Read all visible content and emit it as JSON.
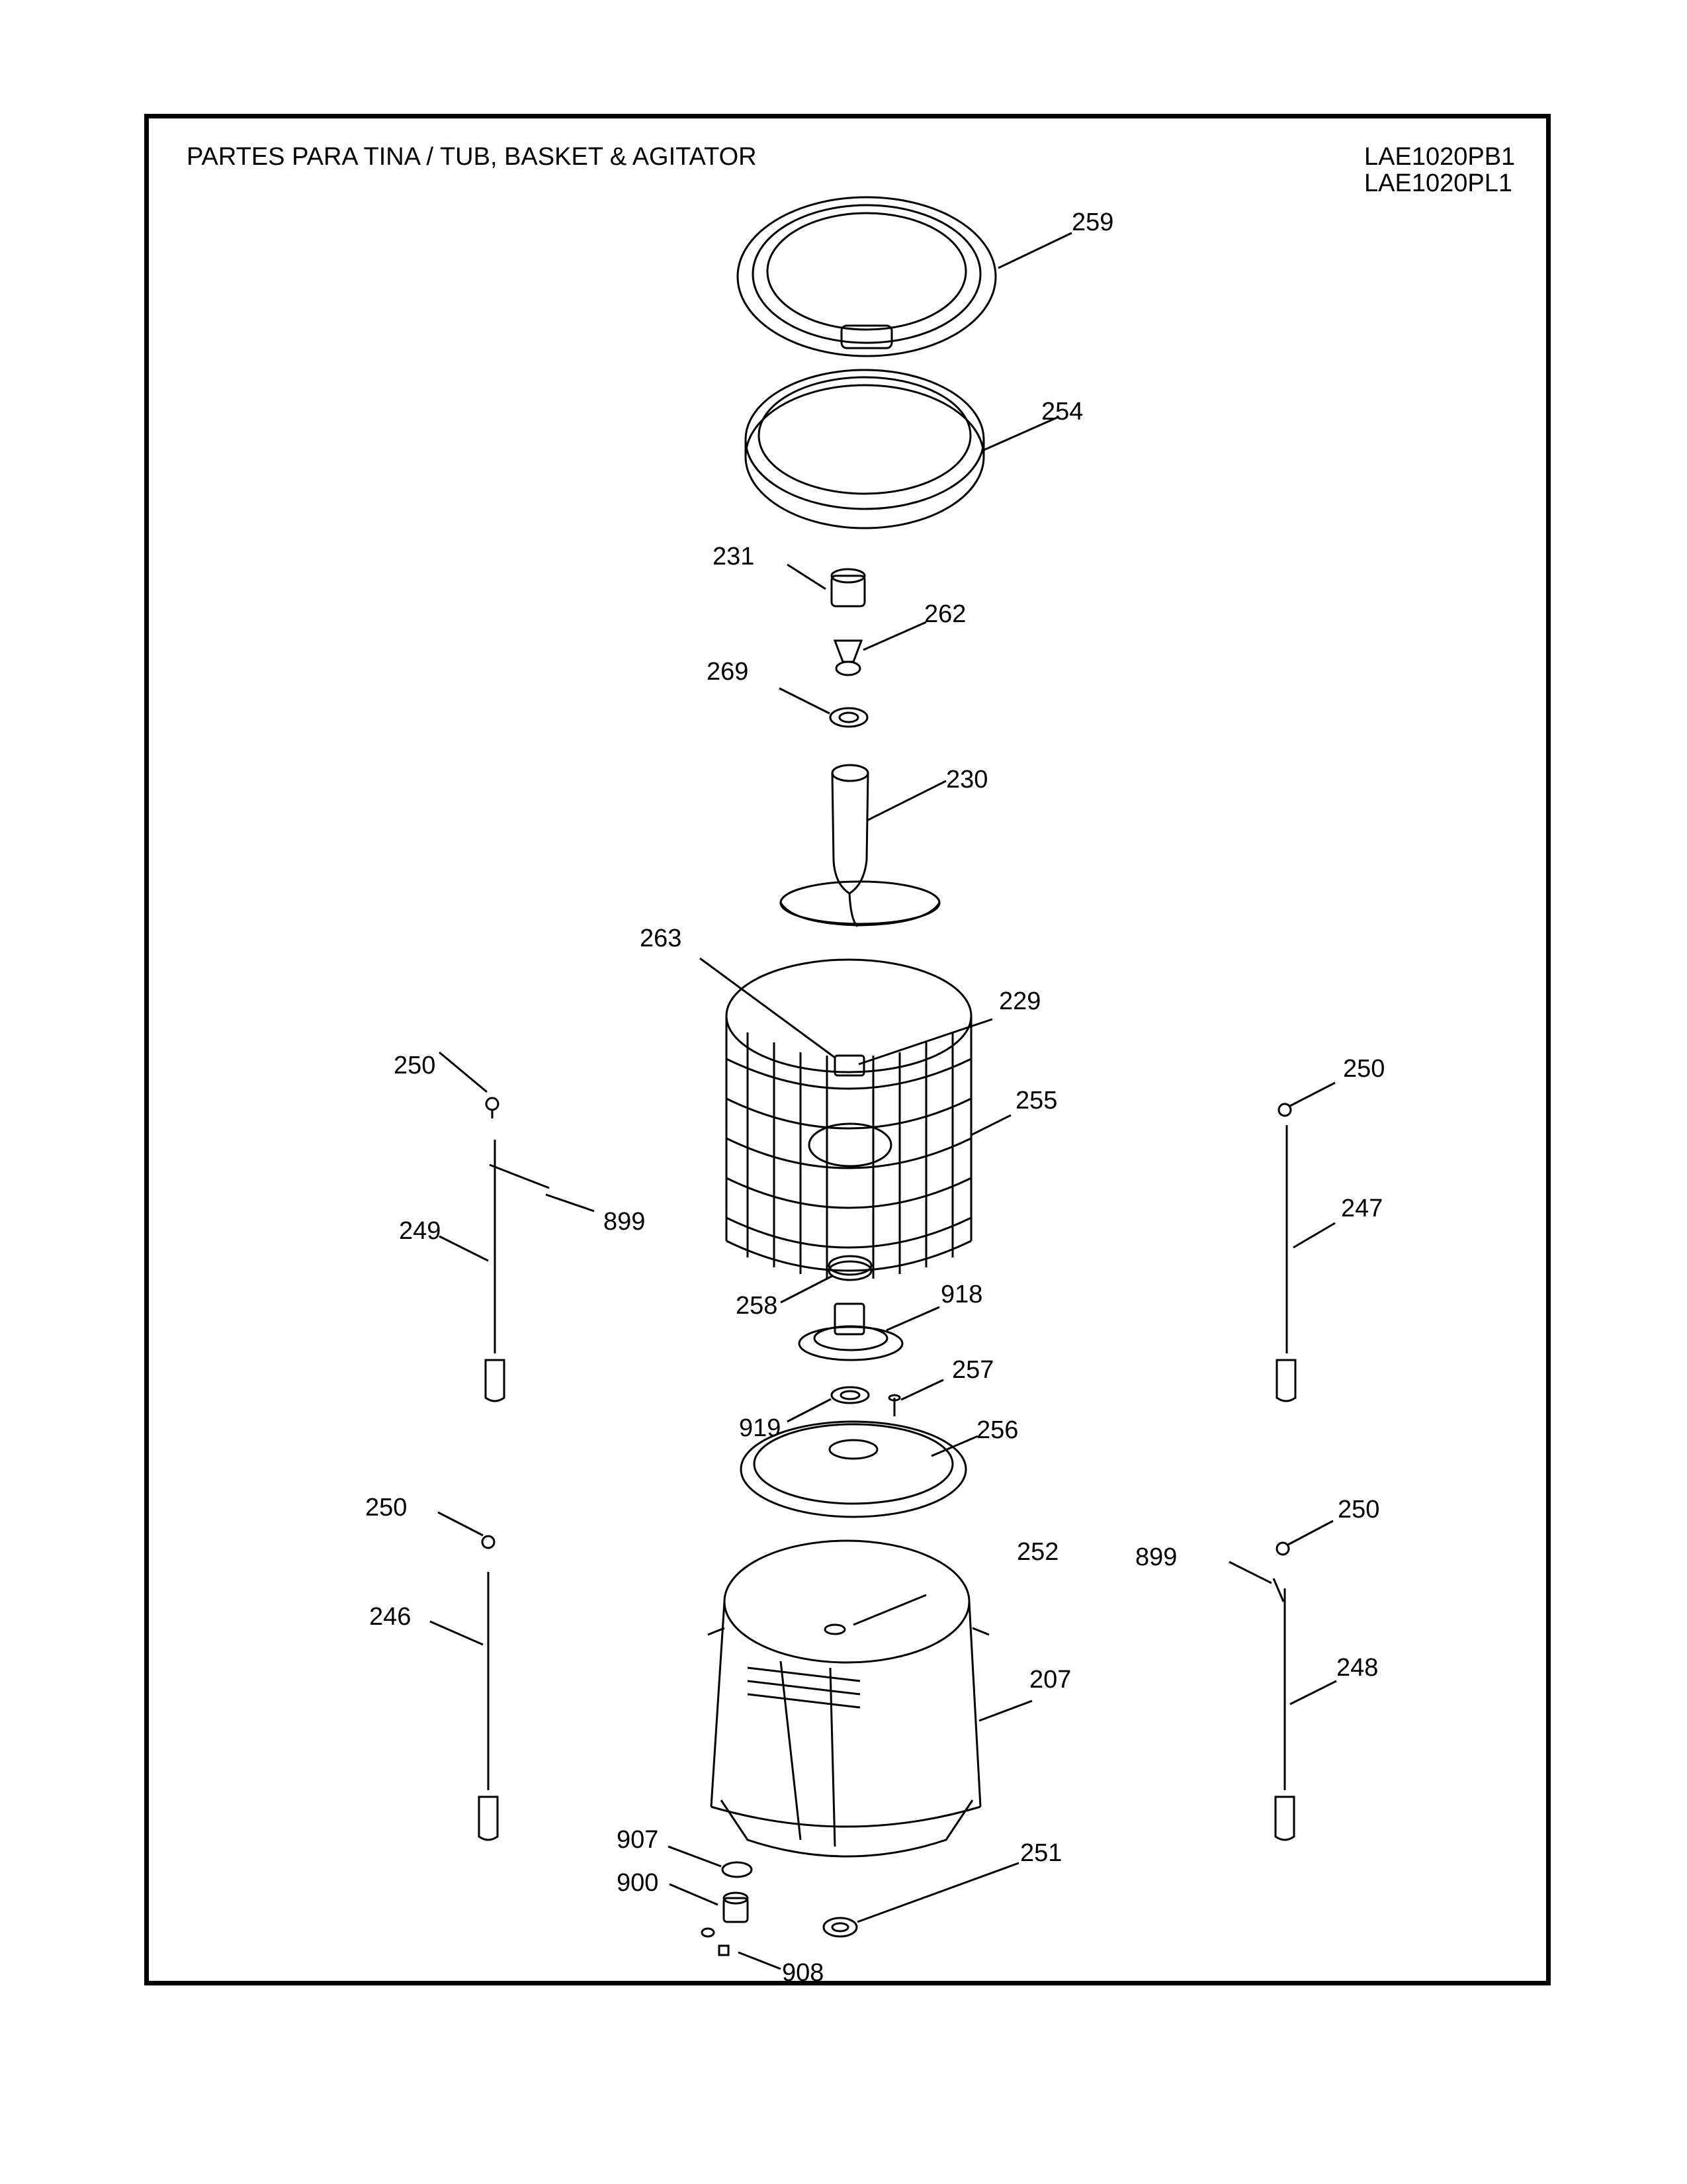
{
  "header": {
    "title": "PARTES PARA TINA  /  TUB, BASKET & AGITATOR",
    "models": [
      "LAE1020PB1",
      "LAE1020PL1"
    ]
  },
  "part_labels": {
    "p259": "259",
    "p254": "254",
    "p231": "231",
    "p262": "262",
    "p269": "269",
    "p230": "230",
    "p263": "263",
    "p229": "229",
    "p255": "255",
    "p250a": "250",
    "p250b": "250",
    "p250c": "250",
    "p250d": "250",
    "p899a": "899",
    "p899b": "899",
    "p249": "249",
    "p247": "247",
    "p258": "258",
    "p918": "918",
    "p257": "257",
    "p919": "919",
    "p256": "256",
    "p252": "252",
    "p207": "207",
    "p246": "246",
    "p248": "248",
    "p907": "907",
    "p900": "900",
    "p251": "251",
    "p908": "908"
  }
}
